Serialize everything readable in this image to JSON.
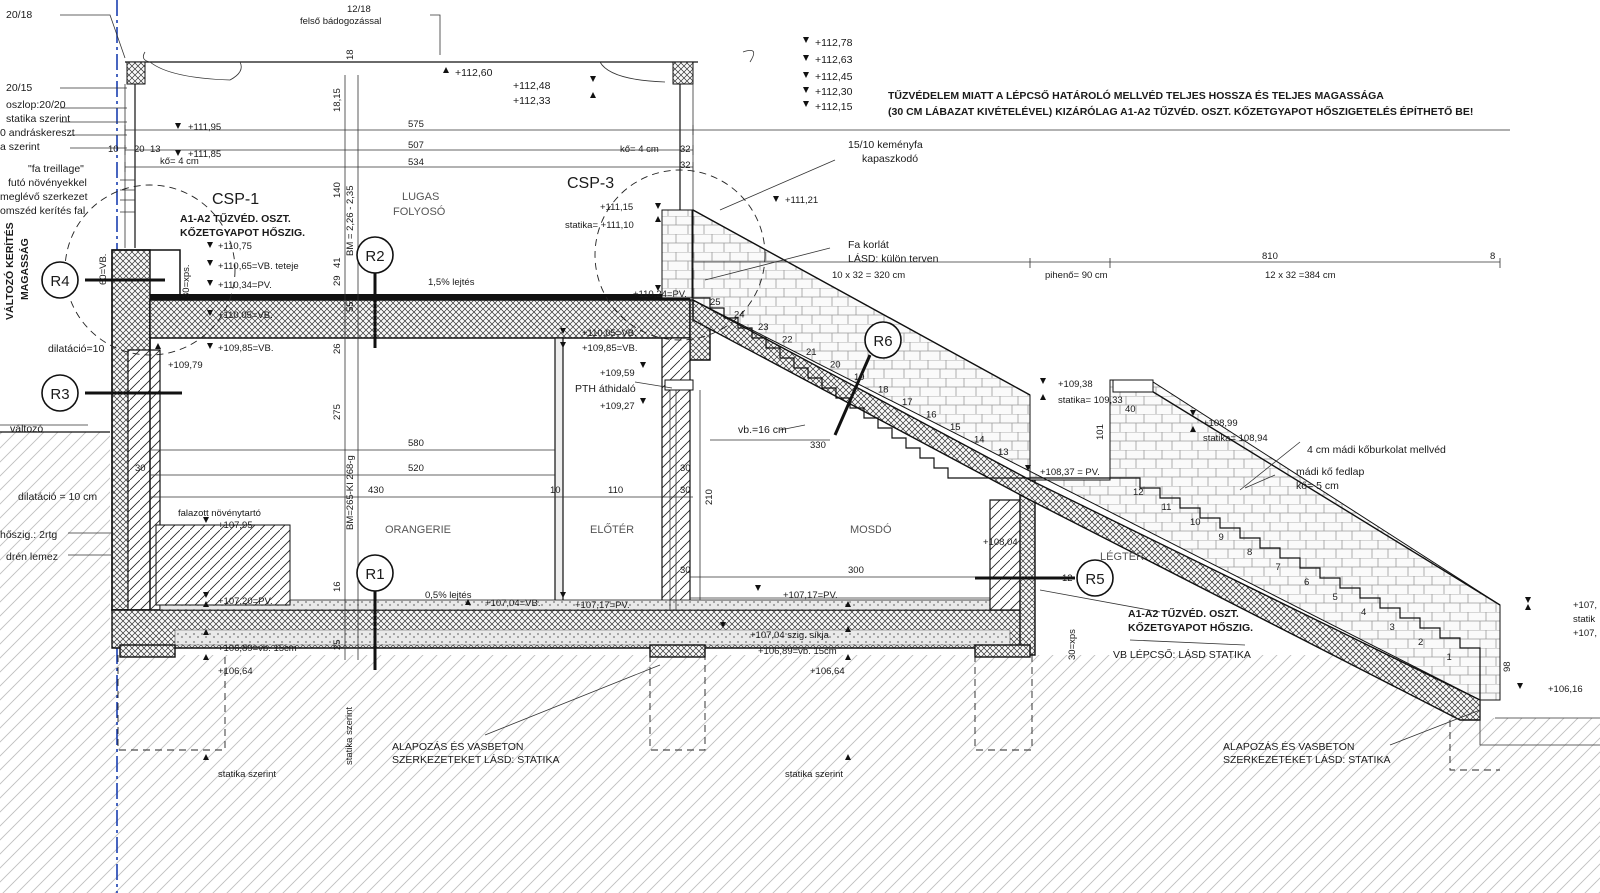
{
  "section_markers": [
    "R1",
    "R2",
    "R3",
    "R4",
    "R5",
    "R6"
  ],
  "detail_labels": [
    "CSP-1",
    "CSP-3"
  ],
  "rooms": [
    "ORANGERIE",
    "ELŐTÉR",
    "MOSDÓ",
    "LÉGTÉR",
    "LUGAS FOLYOSÓ"
  ],
  "rooms_lines": {
    "lugas1": "LUGAS",
    "lugas2": "FOLYOSÓ"
  },
  "notes": {
    "fire_note_1": "TŰZVÉDELEM MIATT A LÉPCSŐ HATÁROLÓ MELLVÉD TELJES HOSSZA ÉS TELJES MAGASSÁGA",
    "fire_note_2": "(30 CM LÁBAZAT KIVÉTELÉVEL) KIZÁRÓLAG A1-A2 TŰZVÉD. OSZT. KŐZETGYAPOT HŐSZIGETELÉS ÉPÍTHETŐ BE!",
    "a1_left_1": "A1-A2 TŰZVÉD. OSZT.",
    "a1_left_2": "KŐZETGYAPOT HŐSZIG.",
    "a1_right_1": "A1-A2 TŰZVÉD. OSZT.",
    "a1_right_2": "KŐZETGYAPOT HŐSZIG.",
    "alap_1": "ALAPOZÁS ÉS VASBETON",
    "alap_2": "SZERKEZETEKET LÁSD: STATIKA",
    "alap_r1": "ALAPOZÁS ÉS VASBETON",
    "alap_r2": "SZERKEZETEKET LÁSD: STATIKA",
    "vb_lepcso": "VB LÉPCSŐ: LÁSD STATIKA",
    "top_12_18": "12/18",
    "top_felso": "felső bádogozással",
    "kemenyfa_1": "15/10 keményfa",
    "kemenyfa_2": "kapaszkodó",
    "fa_korlat_1": "Fa korlát",
    "fa_korlat_2": "LÁSD: külön terven",
    "madi_1": "4 cm mádi kőburkolat mellvéd",
    "madi_2": "mádi kő fedlap",
    "madi_3": "kő= 5 cm",
    "noveny": "falazott növénytartó",
    "pth": "PTH áthidaló",
    "vb16": "vb.=16 cm",
    "lejtes1": "1,5% lejtés",
    "lejtes2": "0,5% lejtés",
    "szig": "+107,04 szig. síkja",
    "statika_szerint": "statika szerint",
    "statika_szerint_v": "statika szerint",
    "statika_szerint_2": "statika szerint"
  },
  "left_labels": {
    "l1": "20/18",
    "l2": "20/15",
    "l3": "oszlop:20/20",
    "l4": "statika szerint",
    "l5": "0 andráskereszt",
    "l6": "a szerint",
    "l7": "\"fa treillage\"",
    "l8": "futó növényekkel",
    "l9": "meglévő szerkezet",
    "l10": "omszéd kerítés fal",
    "l11": "VÁLTOZÓ KERÍTÉS",
    "l12": "MAGASSÁG",
    "l13": "dilatáció=10",
    "l14": "változó",
    "l15": "dilatáció = 10 cm",
    "l16": "hőszig.: 2rtg",
    "l17": "drén lemez"
  },
  "levels": {
    "e11278": "+112,78",
    "e11263": "+112,63",
    "e11245": "+112,45",
    "e11230": "+112,30",
    "e11215": "+112,15",
    "e11260": "+112,60",
    "e11248": "+112,48",
    "e11233": "+112,33",
    "e11195": "+111,95",
    "e11185": "+111,85",
    "e11121": "+111,21",
    "e11115": "+111,15",
    "e11110": "statika= +111,10",
    "e11075": "+110,75",
    "e11065": "+110,65=VB. teteje",
    "e11034": "+110,34=PV.",
    "e11024": "+110,24=PV.",
    "e11005a": "+110,05=VB.",
    "e11005b": "+110,05=VB.",
    "e10985a": "+109,85=VB.",
    "e10985b": "+109,85=VB.",
    "e10979": "+109,79",
    "e10959": "+109,59",
    "e10927": "+109,27",
    "e10938": "+109,38",
    "e10933": "statika= 109,33",
    "e10899": "+108,99",
    "e10894": "statika= 108,94",
    "e10837": "+108,37 = PV.",
    "e10804": "+108,04",
    "e10795": "+107,95",
    "e10720": "+107,20=PV.",
    "e10717a": "+107,17=PV.",
    "e10717b": "+107,17=PV.",
    "e10704": "+107,04=VB.",
    "e10689a": "+106,89=vb. 15cm",
    "e10689b": "+106,89=vb. 15cm",
    "e10664a": "+106,64",
    "e10664b": "+106,64",
    "e107r": "+107,",
    "stat_r": "statik",
    "e107r2": "+107,",
    "e10616": "+106,16"
  },
  "dimensions": {
    "d575": "575",
    "d507": "507",
    "d534": "534",
    "d580": "580",
    "d520": "520",
    "d430": "430",
    "d110": "110",
    "d10a": "10",
    "d30a": "30",
    "d30b": "30",
    "d30c": "30",
    "d30d": "30",
    "d300": "300",
    "d330": "330",
    "d810": "810",
    "d8": "8",
    "seg1": "10 x 32 = 320 cm",
    "seg2": "pihenő= 90 cm",
    "seg3": "12 x 32 =384 cm",
    "ko4a": "kő= 4 cm",
    "ko4b": "kő= 4 cm",
    "d32a": "32",
    "d32b": "32",
    "v18": "18",
    "v15": "18,15",
    "v140": "140",
    "v235": "BM = 2,26 - 2,35",
    "v41": "41",
    "v29": "29",
    "v55": "55",
    "v26": "26",
    "v275": "275",
    "v265": "BM=265-KI 268-g",
    "v16": "16",
    "v25": "25",
    "v210": "210",
    "v101": "101",
    "v98": "98",
    "v60": "60=VB.",
    "v30xps": "30=xps.",
    "v30xps2": "30=xps",
    "v12": "12",
    "v40": "40",
    "v10": "10",
    "v20": "20",
    "v13": "13"
  },
  "steps": [
    "25",
    "24",
    "23",
    "22",
    "21",
    "20",
    "19",
    "18",
    "17",
    "16",
    "15",
    "14",
    "13",
    "12",
    "11",
    "10",
    "9",
    "8",
    "7",
    "6",
    "5",
    "4",
    "3",
    "2",
    "1"
  ]
}
